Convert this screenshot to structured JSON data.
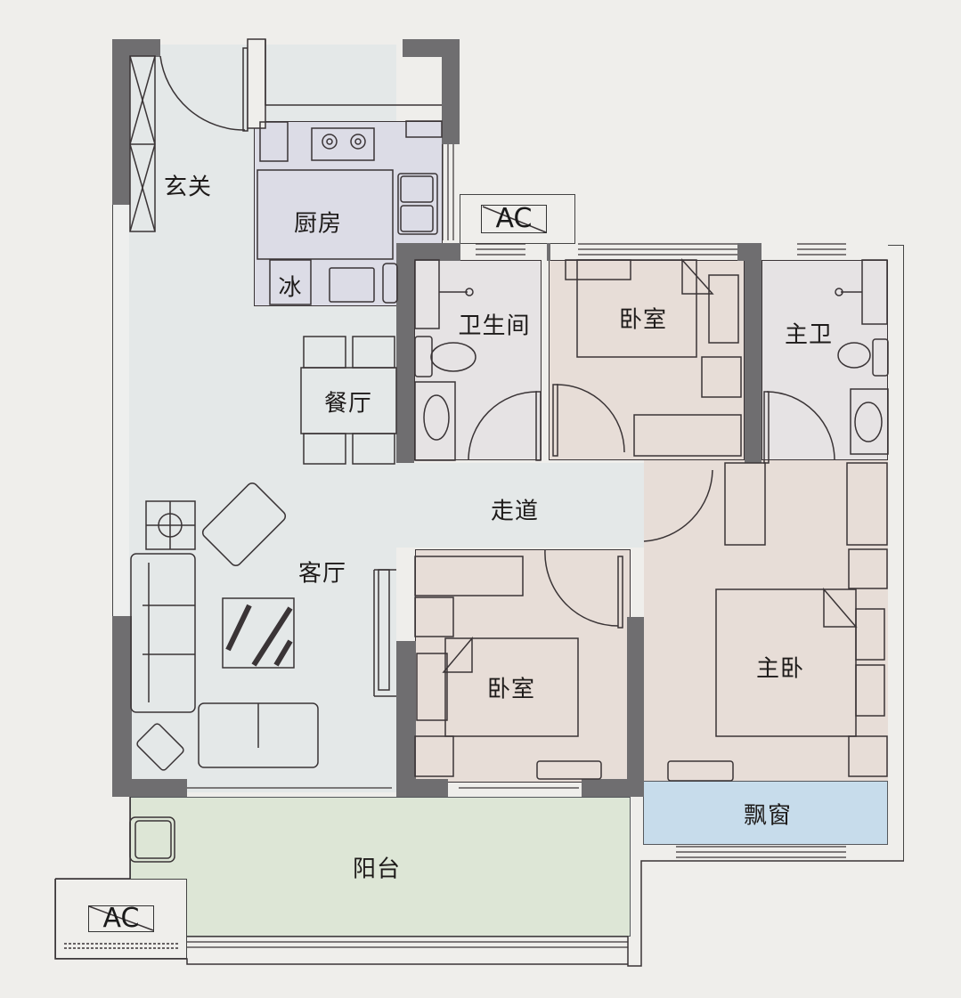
{
  "floorplan": {
    "rooms": {
      "entrance": {
        "label": "玄关"
      },
      "kitchen": {
        "label": "厨房",
        "fridge": "冰"
      },
      "bathroom": {
        "label": "卫生间"
      },
      "bedroom_north": {
        "label": "卧室"
      },
      "master_bath": {
        "label": "主卫"
      },
      "dining": {
        "label": "餐厅"
      },
      "corridor": {
        "label": "走道"
      },
      "living": {
        "label": "客厅"
      },
      "bedroom_south": {
        "label": "卧室"
      },
      "master_bedroom": {
        "label": "主卧"
      },
      "bay_window": {
        "label": "飘窗"
      },
      "balcony": {
        "label": "阳台"
      }
    },
    "ac_units": [
      {
        "label": "AC"
      },
      {
        "label": "AC"
      }
    ],
    "colors": {
      "background": "#efeeeb",
      "wall": "#6f6e70",
      "living_area": "#e4e8e8",
      "kitchen": "#dcdce6",
      "bathroom": "#e6e3e4",
      "bedroom": "#e7ddd7",
      "bay_window": "#c7dceb",
      "balcony": "#dde6d6",
      "line": "#3a3436"
    }
  }
}
